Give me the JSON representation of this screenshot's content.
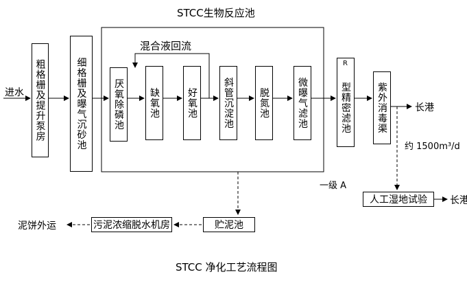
{
  "title": "STCC生物反应池",
  "caption": "STCC 净化工艺流程图",
  "inlet": "进水",
  "recycle": "混合液回流",
  "grade": "一级 A",
  "flow": "约 1500m³/d",
  "outlet_top": "长港",
  "outlet_bottom": "长港",
  "units": {
    "coarse": "粗格栅及提升泵房",
    "fine": "细格栅及曝气沉砂池",
    "anaerobic": "厌氧除磷池",
    "anoxic": "缺氧池",
    "aerobic": "好氧池",
    "settler": "斜管沉淀池",
    "denitrify": "脱氮池",
    "microfilter": "微曝气滤池",
    "r_filter_r": "R",
    "r_filter": "型精密滤池",
    "uv": "紫外消毒渠",
    "wetland": "人工湿地试验",
    "sludge_tank": "贮泥池",
    "dewatering": "污泥浓缩脱水机房",
    "cake": "泥饼外运"
  }
}
